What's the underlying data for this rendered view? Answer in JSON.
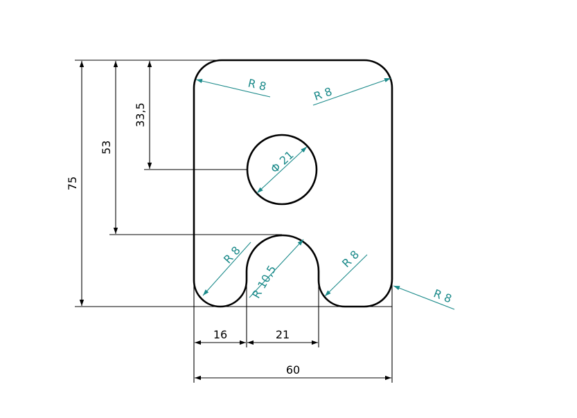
{
  "dimensions": {
    "height_total": "75",
    "height_to_slot": "53",
    "height_to_hole": "33,5",
    "width_left": "16",
    "width_slot": "21",
    "width_total": "60"
  },
  "annotations": {
    "radius_top_left": "R 8",
    "radius_top_right": "R 8",
    "hole_diameter": "Φ 21",
    "radius_bottom_left": "R 8",
    "radius_slot": "R 10,5",
    "radius_slot_right": "R 8",
    "radius_bottom_right": "R 8"
  },
  "colors": {
    "outline": "#000000",
    "leader": "#1b8a8a"
  }
}
